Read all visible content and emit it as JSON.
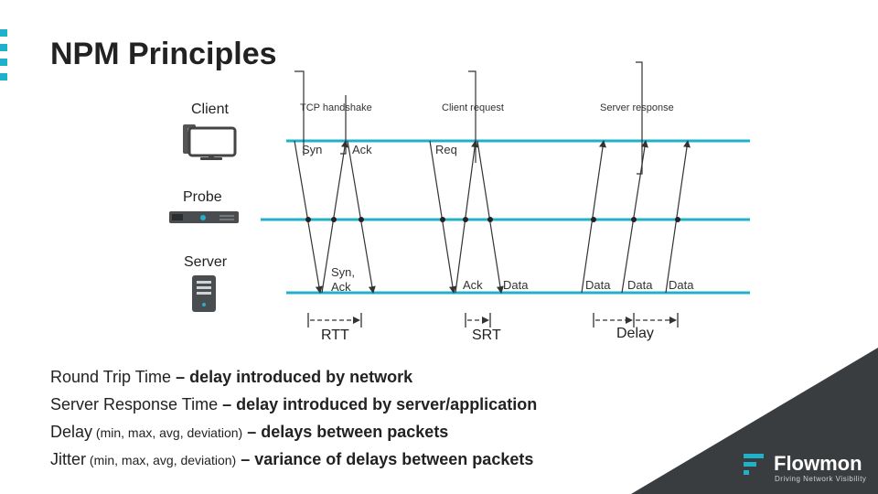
{
  "title": "NPM Principles",
  "lanes": {
    "client": "Client",
    "probe": "Probe",
    "server": "Server"
  },
  "phases": {
    "tcp": "TCP handshake",
    "request": "Client request",
    "response": "Server response"
  },
  "packets": {
    "syn": "Syn",
    "ack": "Ack",
    "synack": "Syn, Ack",
    "req": "Req",
    "ack2": "Ack",
    "data1": "Data",
    "data2": "Data",
    "data3": "Data",
    "data4": "Data"
  },
  "metrics": {
    "rtt": "RTT",
    "srt": "SRT",
    "delay": "Delay"
  },
  "legend": [
    {
      "name": "Round Trip Time",
      "sep": " – ",
      "params": "",
      "desc": "delay introduced by network"
    },
    {
      "name": "Server Response Time",
      "sep": " – ",
      "params": "",
      "desc": "delay introduced by server/application"
    },
    {
      "name": "Delay",
      "sep": " – ",
      "params": " (min, max, avg, deviation)",
      "desc": "delays between packets"
    },
    {
      "name": "Jitter",
      "sep": " – ",
      "params": " (min, max, avg, deviation)",
      "desc": "variance of delays between packets"
    }
  ],
  "logo": {
    "name": "Flowmon",
    "tagline": "Driving Network Visibility"
  },
  "colors": {
    "lane": "#1fb1c9",
    "accent": "#1fb1c9",
    "corner": "#3a3d40"
  }
}
